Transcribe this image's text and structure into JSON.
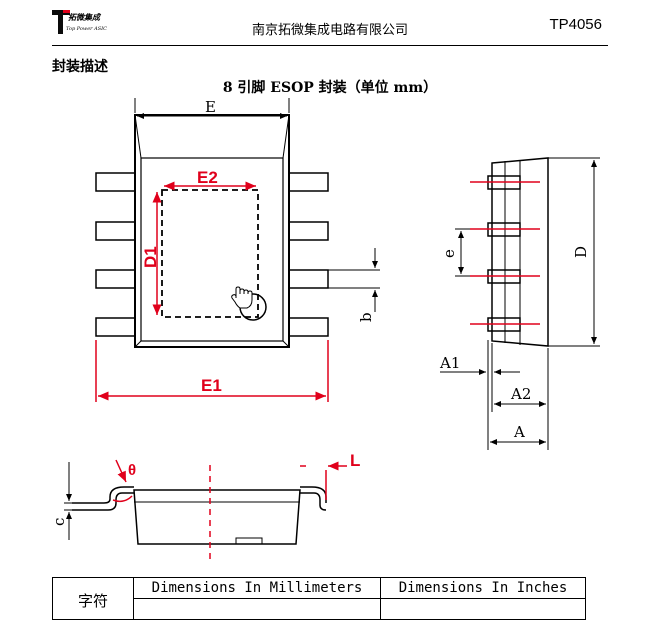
{
  "header": {
    "logo_cn": "拓微集成",
    "logo_sub": "Top Power ASIC",
    "company": "南京拓微集成电路有限公司",
    "part_number": "TP4056"
  },
  "section_title": "封装描述",
  "package_title": "8 引脚 ESOP 封装（单位 mm）",
  "dimension_labels": {
    "E": "E",
    "E2": "E2",
    "D1": "D1",
    "E1": "E1",
    "b": "b",
    "e": "e",
    "D": "D",
    "A1": "A1",
    "A2": "A2",
    "A": "A",
    "theta": "θ",
    "L": "L",
    "c": "c"
  },
  "colors": {
    "accent_red": "#e0001b",
    "outline": "#000000"
  },
  "table": {
    "symbol_header": "字符",
    "mm_header": "Dimensions In Millimeters",
    "inch_header": "Dimensions In Inches"
  }
}
